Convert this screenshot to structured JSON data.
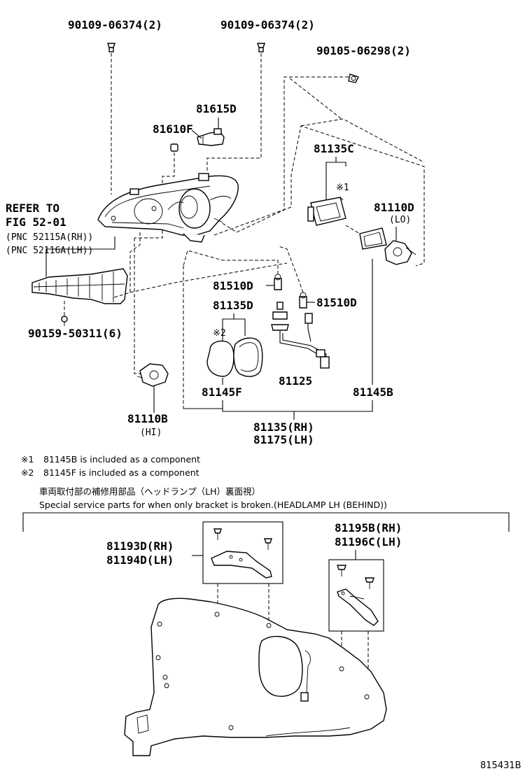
{
  "labels": {
    "bolt_a": "90109-06374(2)",
    "bolt_b": "90109-06374(2)",
    "bolt_c": "90105-06298(2)",
    "socket_81615d": "81615D",
    "bulb_81610f": "81610F",
    "refer_1": "REFER TO",
    "refer_2": "FIG 52-01",
    "refer_3": "(PNC 52115A(RH))",
    "refer_4": "(PNC 52116A(LH))",
    "screw_90159": "90159-50311(6)",
    "ballast_81135c": "81135C",
    "mark_1": "※1",
    "bulb_81110d": "81110D",
    "lo": "(LO)",
    "bulb_81510d_left": "81510D",
    "bulb_81510d_right": "81510D",
    "cover_81135d": "81135D",
    "mark_2": "※2",
    "wire_81125": "81125",
    "cover_81145f": "81145F",
    "cover_81145b": "81145B",
    "bulb_81110b": "81110B",
    "hi": "(HI)",
    "unit_rh": "81135(RH)",
    "unit_lh": "81175(LH)",
    "bracket_81193d": "81193D(RH)",
    "bracket_81194d": "81194D(LH)",
    "bracket_81195b": "81195B(RH)",
    "bracket_81196c": "81196C(LH)"
  },
  "notes": {
    "note1_mark": "※1",
    "note1_text": "81145B is included as a component",
    "note2_mark": "※2",
    "note2_text": "81145F is included as a component",
    "jp_caption": "車両取付部の補修用部品（ヘッドランプ（LH）裏面視）",
    "en_caption": "Special service parts for when only bracket is broken.(HEADLAMP LH (BEHIND))"
  },
  "figure_code": "815431B"
}
